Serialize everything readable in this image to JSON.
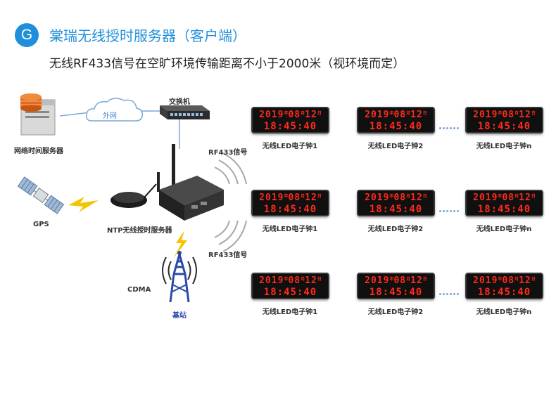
{
  "header": {
    "badge": "G",
    "title": "棠瑞无线授时服务器（客户端）",
    "subtitle": "无线RF433信号在空旷环境传输距离不小于2000米（视环境而定）"
  },
  "diagram": {
    "switch_label": "交换机",
    "cloud_label": "外网",
    "server_label": "网络时间服务器",
    "gps_label": "GPS",
    "ntp_label": "NTP无线授时服务器",
    "rf_label_top": "RF433信号",
    "rf_label_bottom": "RF433信号",
    "cdma_label": "CDMA",
    "tower_label": "基站"
  },
  "clocks": {
    "year": "2019",
    "year_unit": "年",
    "month": "08",
    "month_unit": "月",
    "day": "12",
    "day_unit": "日",
    "time": "18:45:40",
    "labels": [
      "无线LED电子钟1",
      "无线LED电子钟2",
      "无线LED电子钟n"
    ]
  },
  "colors": {
    "accent": "#1f8fdc",
    "led": "#ff2a1a",
    "lightning": "#f5c400",
    "tower": "#2a4aa8"
  }
}
